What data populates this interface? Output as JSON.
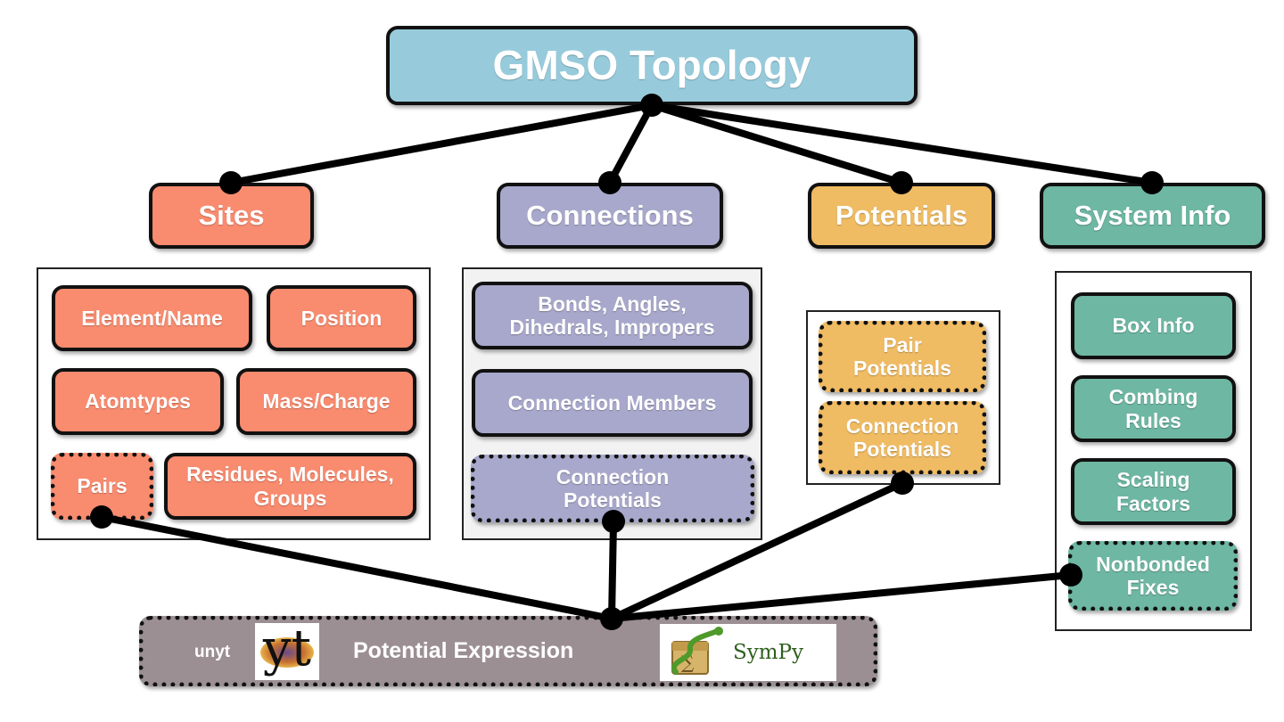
{
  "title": "GMSO Topology",
  "categories": {
    "sites": "Sites",
    "connections": "Connections",
    "potentials": "Potentials",
    "system_info": "System Info"
  },
  "sites_items": {
    "element_name": "Element/Name",
    "position": "Position",
    "atomtypes": "Atomtypes",
    "mass_charge": "Mass/Charge",
    "pairs": "Pairs",
    "residues": "Residues, Molecules, Groups"
  },
  "connections_items": {
    "bonds": "Bonds, Angles, Dihedrals, Impropers",
    "members": "Connection Members",
    "potentials": "Connection Potentials"
  },
  "potentials_items": {
    "pair": "Pair Potentials",
    "connection": "Connection Potentials"
  },
  "system_items": {
    "box": "Box Info",
    "combing": "Combing Rules",
    "scaling": "Scaling Factors",
    "nonbonded": "Nonbonded Fixes"
  },
  "expression": {
    "unyt": "unyt",
    "yt_logo": "yt",
    "label": "Potential Expression",
    "sympy_logo": "SymPy"
  },
  "colors": {
    "title": "#97cbdc",
    "sites": "#f98b6f",
    "connections": "#a7a8cb",
    "potentials": "#efbb63",
    "system_info": "#6eb7a2",
    "expression": "#9b8f94"
  }
}
